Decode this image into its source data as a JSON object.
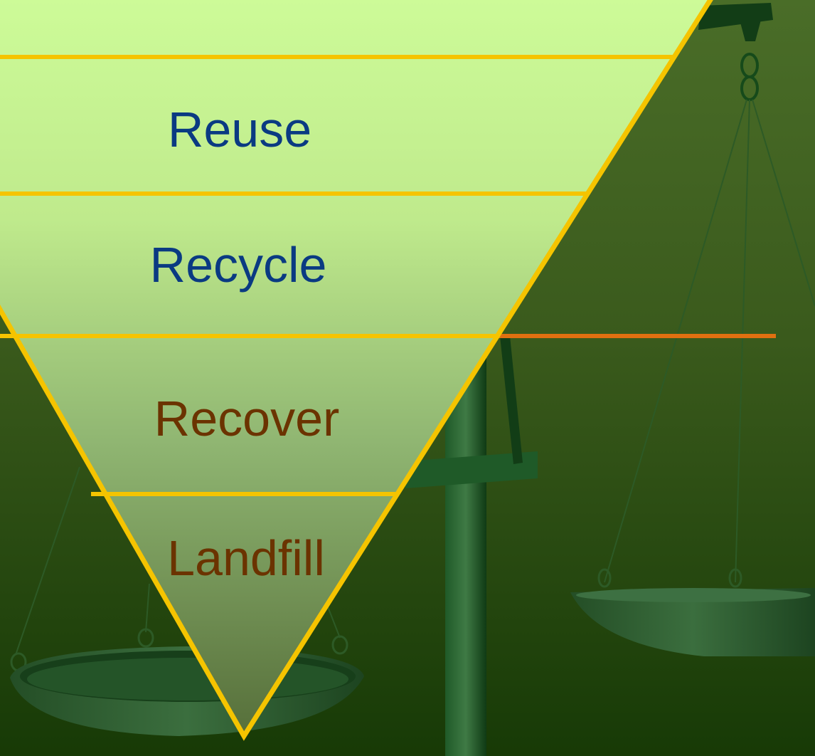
{
  "hierarchy": {
    "tiers": [
      {
        "label": "",
        "text_color": "#0a3a82"
      },
      {
        "label": "Reuse",
        "text_color": "#0a3a82"
      },
      {
        "label": "Recycle",
        "text_color": "#0a3a82"
      },
      {
        "label": "Recover",
        "text_color": "#6b3300"
      },
      {
        "label": "Landfill",
        "text_color": "#6b3300"
      }
    ]
  },
  "colors": {
    "background_top": "#4a6d28",
    "background_bottom": "#173a06",
    "triangle_top": "#cdfb98",
    "triangle_bottom": "#5c7a3e",
    "triangle_outline": "#f5c400",
    "balance_line": "#e07010",
    "scale_dark": "#123d16",
    "scale_light": "#3f7a45"
  }
}
